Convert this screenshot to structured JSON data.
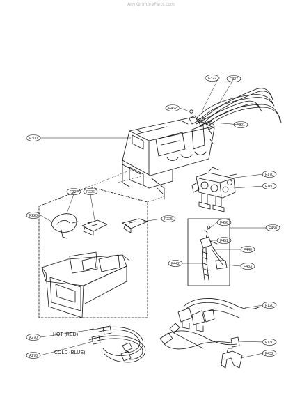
{
  "watermark": "AnyKenmoreParts.com",
  "labels": {
    "f322": "F322",
    "f327": "F327",
    "f462": "F462",
    "f321": "F321",
    "f300": "F300",
    "f170": "F170",
    "f160": "F160",
    "f227": "F227",
    "f226": "F226",
    "f220": "F220",
    "f225": "F225",
    "f450": "F450",
    "f456": "F456",
    "f451": "F451",
    "f440": "F440",
    "f442": "F442",
    "f433": "F433",
    "f120": "F120",
    "a270_hot": "A270",
    "a270_cold": "A270",
    "f130": "F130",
    "f432": "F432"
  },
  "hoses": {
    "hot": "HOT (RED)",
    "cold": "COLD (BLUE)"
  }
}
